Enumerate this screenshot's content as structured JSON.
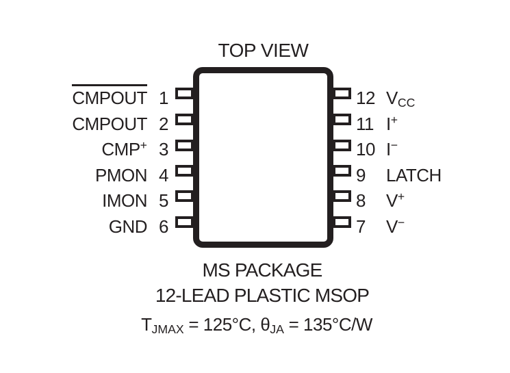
{
  "title": "TOP VIEW",
  "package": {
    "line1": "MS PACKAGE",
    "line2": "12-LEAD PLASTIC MSOP"
  },
  "thermal": {
    "t_base": "T",
    "t_sub": "JMAX",
    "t_rest": " = 125°C, ",
    "theta_base": "θ",
    "theta_sub": "JA",
    "theta_rest": " = 135°C/W"
  },
  "pins_left": [
    {
      "number": "1",
      "label": "CMPOUT",
      "overline": true
    },
    {
      "number": "2",
      "label": "CMPOUT"
    },
    {
      "number": "3",
      "label": "CMP",
      "sup": "+"
    },
    {
      "number": "4",
      "label": "PMON"
    },
    {
      "number": "5",
      "label": "IMON"
    },
    {
      "number": "6",
      "label": "GND"
    }
  ],
  "pins_right": [
    {
      "number": "12",
      "label": "V",
      "sub": "CC"
    },
    {
      "number": "11",
      "label": "I",
      "sup": "+"
    },
    {
      "number": "10",
      "label": "I",
      "sup": "−"
    },
    {
      "number": "9",
      "label": "LATCH"
    },
    {
      "number": "8",
      "label": "V",
      "sup": "+"
    },
    {
      "number": "7",
      "label": "V",
      "sup": "−"
    }
  ],
  "colors": {
    "ink": "#231f20",
    "background": "#ffffff"
  }
}
